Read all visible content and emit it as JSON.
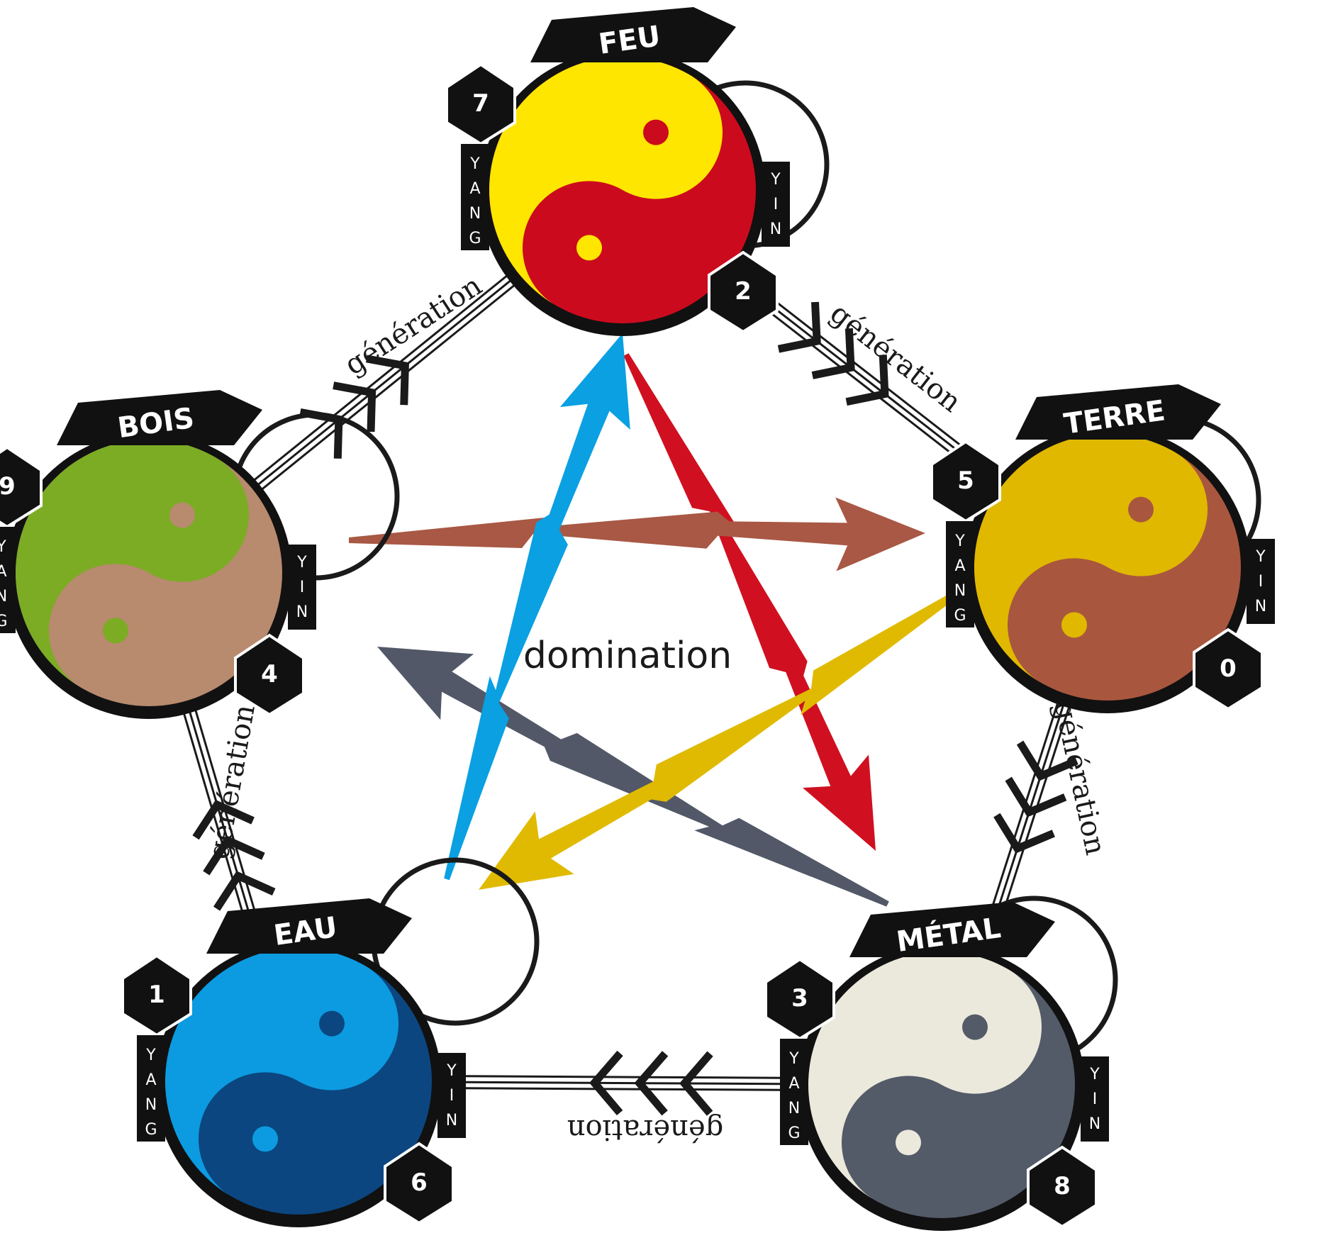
{
  "center_label": "domination",
  "cycle_label": "génération",
  "yang_letters": [
    "Y",
    "A",
    "N",
    "G"
  ],
  "yin_letters": [
    "Y",
    "I",
    "N"
  ],
  "colors": {
    "ring": "#1a1a1a",
    "badge": "#111111"
  },
  "elements": [
    {
      "name": "FEU",
      "yang_number": "7",
      "yin_number": "2",
      "yang_color": "#ffe600",
      "yin_color": "#cc0a1e"
    },
    {
      "name": "TERRE",
      "yang_number": "5",
      "yin_number": "0",
      "yang_color": "#e0b800",
      "yin_color": "#a8573e"
    },
    {
      "name": "MÉTAL",
      "yang_number": "3",
      "yin_number": "8",
      "yang_color": "#ebe9dc",
      "yin_color": "#535a68"
    },
    {
      "name": "EAU",
      "yang_number": "1",
      "yin_number": "6",
      "yang_color": "#0c9be0",
      "yin_color": "#0b4680"
    },
    {
      "name": "BOIS",
      "yang_number": "9",
      "yin_number": "4",
      "yang_color": "#7cac24",
      "yin_color": "#b88a6e"
    }
  ],
  "domination_arrows": [
    {
      "from": "FEU",
      "to": "MÉTAL",
      "color": "#d01020"
    },
    {
      "from": "MÉTAL",
      "to": "BOIS",
      "color": "#525867"
    },
    {
      "from": "BOIS",
      "to": "TERRE",
      "color": "#a85844"
    },
    {
      "from": "TERRE",
      "to": "EAU",
      "color": "#e0ba00"
    },
    {
      "from": "EAU",
      "to": "FEU",
      "color": "#0aa0e2"
    }
  ]
}
